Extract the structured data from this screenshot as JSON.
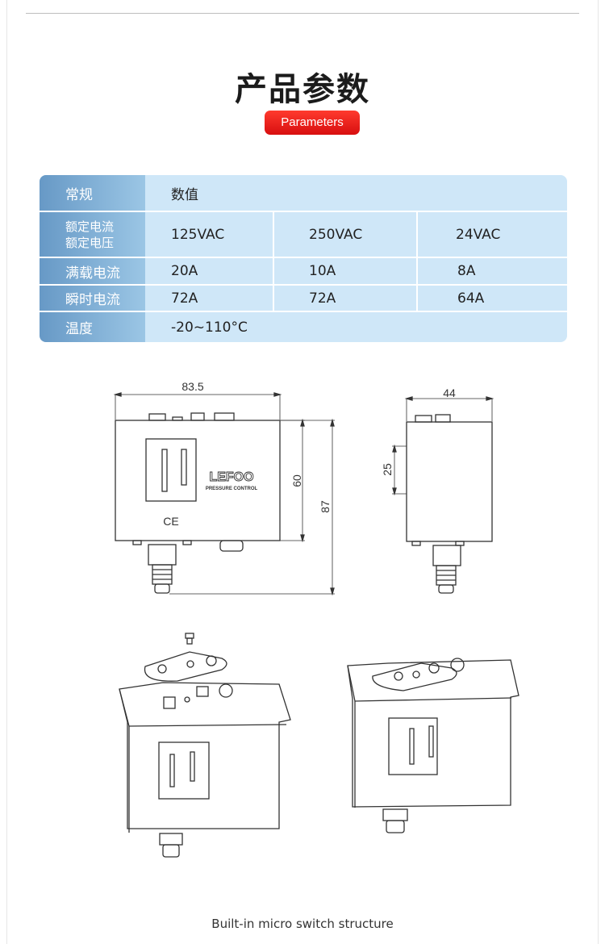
{
  "header": {
    "title": "产品参数",
    "badge": "Parameters"
  },
  "table": {
    "rows": [
      {
        "label": "常规",
        "values": [
          "数值"
        ]
      },
      {
        "label": "额定电流",
        "label2": "额定电压",
        "values": [
          "125VAC",
          "250VAC",
          "24VAC"
        ]
      },
      {
        "label": "满载电流",
        "values": [
          "20A",
          "10A",
          "8A"
        ]
      },
      {
        "label": "瞬时电流",
        "values": [
          "72A",
          "72A",
          "64A"
        ]
      },
      {
        "label": "温度",
        "values": [
          "-20~110°C"
        ]
      }
    ]
  },
  "drawing": {
    "dim_width": "83.5",
    "dim_height": "60",
    "dim_total": "87",
    "dim_side": "44",
    "dim_fitting": "25",
    "brand": "LEFOO",
    "brand_sub": "PRESSURE CONTROL",
    "ce_mark": "CE"
  },
  "caption": "Built-in micro switch structure"
}
